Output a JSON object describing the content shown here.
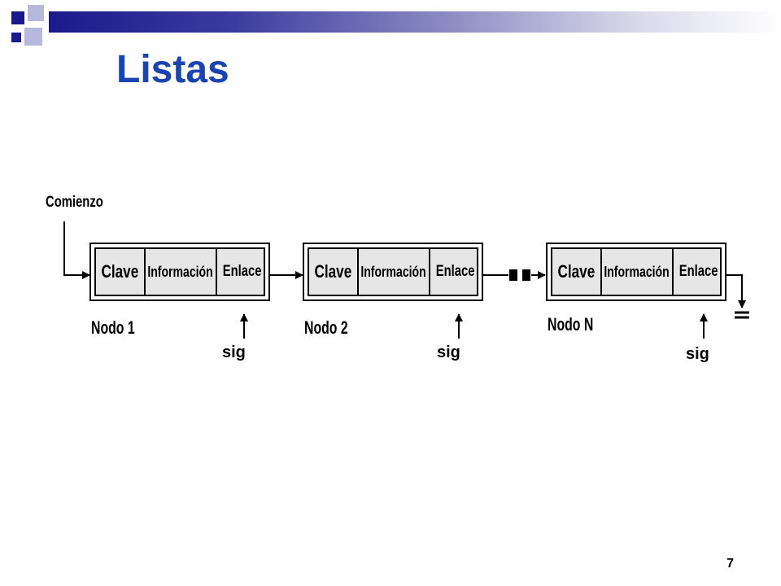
{
  "slide": {
    "title": "Listas",
    "page_number": "7"
  },
  "diagram": {
    "start_label": "Comienzo",
    "nodes": [
      {
        "clave": "Clave",
        "informacion": "Información",
        "enlace": "Enlace",
        "label": "Nodo 1",
        "pointer": "sig"
      },
      {
        "clave": "Clave",
        "informacion": "Información",
        "enlace": "Enlace",
        "label": "Nodo 2",
        "pointer": "sig"
      },
      {
        "clave": "Clave",
        "informacion": "Información",
        "enlace": "Enlace",
        "label": "Nodo N",
        "pointer": "sig"
      }
    ]
  },
  "colors": {
    "title": "#1a44b4",
    "header_dark": "#1a1a8c",
    "header_light": "#b8b8dc"
  }
}
